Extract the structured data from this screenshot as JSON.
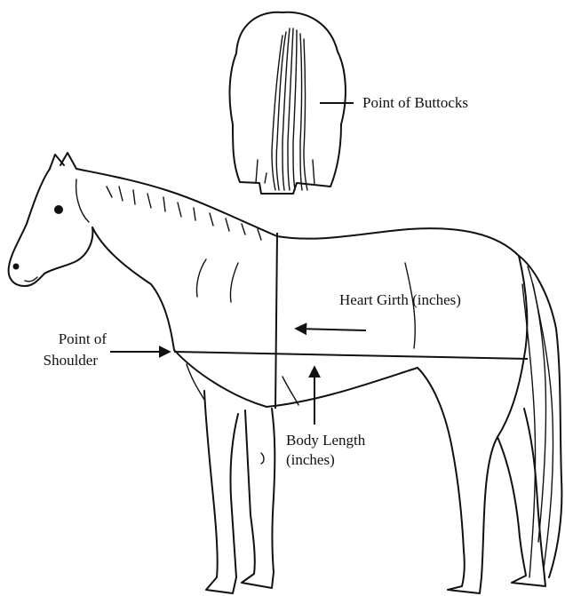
{
  "labels": {
    "point_of_buttocks": "Point of Buttocks",
    "heart_girth": "Heart Girth (inches)",
    "point_of_shoulder_line1": "Point of",
    "point_of_shoulder_line2": "Shoulder",
    "body_length_line1": "Body Length",
    "body_length_line2": "(inches)"
  },
  "icons": {
    "horse": "horse-side-view-illustration",
    "rear": "horse-rear-view-illustration"
  }
}
